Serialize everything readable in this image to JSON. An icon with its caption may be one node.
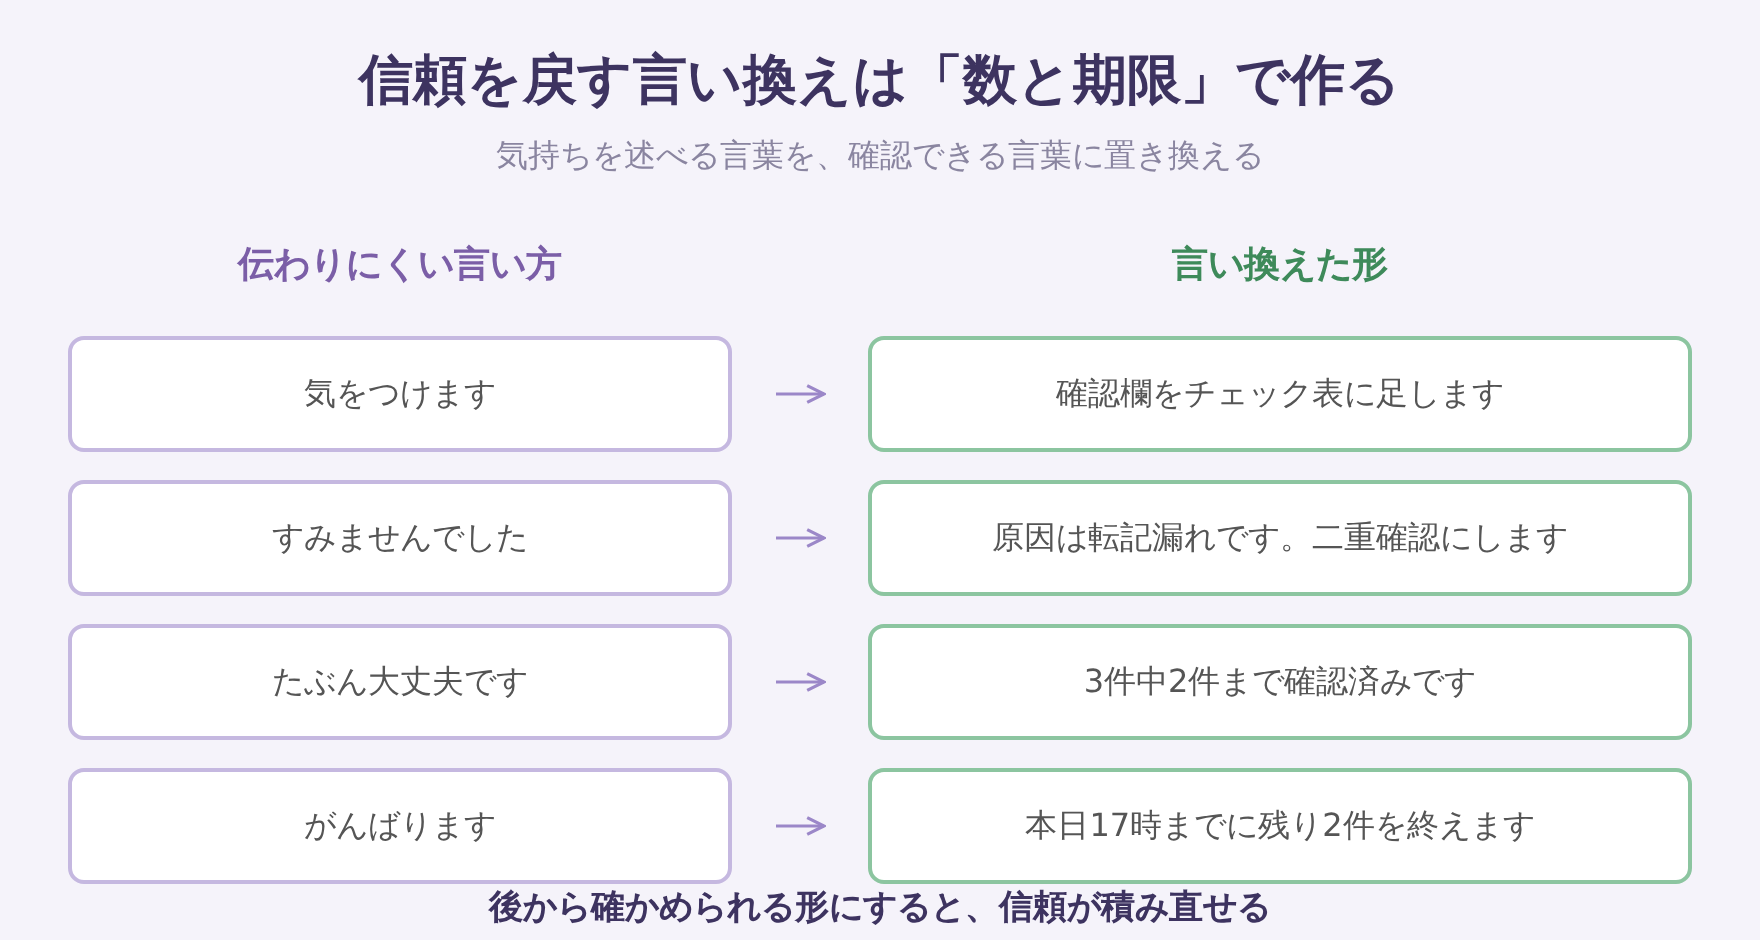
{
  "diagram": {
    "title": "信頼を戻す言い換えは「数と期限」で作る",
    "caption": "後から確かめられる形にすると、信頼が積み直せる",
    "nodes": [
      {
        "text": [
          "気をつけます"
        ]
      },
      {
        "text": [
          "確認欄をチェック表に足します"
        ]
      },
      {
        "text": [
          "すみませんでした"
        ]
      },
      {
        "text": [
          "原因は転記漏れです。二重確認にします"
        ]
      },
      {
        "text": [
          "たぶん大丈夫です"
        ]
      },
      {
        "text": [
          "3件中2件まで確認済みです"
        ]
      },
      {
        "text": [
          "がんばります"
        ]
      },
      {
        "text": [
          "本日17時までに残り2件を終えます"
        ]
      }
    ],
    "edges": [
      {
        "from": 0,
        "to": 1,
        "arrow": "to"
      },
      {
        "from": 2,
        "to": 3,
        "arrow": "to"
      },
      {
        "from": 4,
        "to": 5,
        "arrow": "to"
      },
      {
        "from": 6,
        "to": 7,
        "arrow": "to"
      }
    ],
    "labels": [
      "気持ちを述べる言葉を、確認できる言葉に置き換える",
      "伝わりにくい言い方",
      "言い換えた形"
    ]
  }
}
